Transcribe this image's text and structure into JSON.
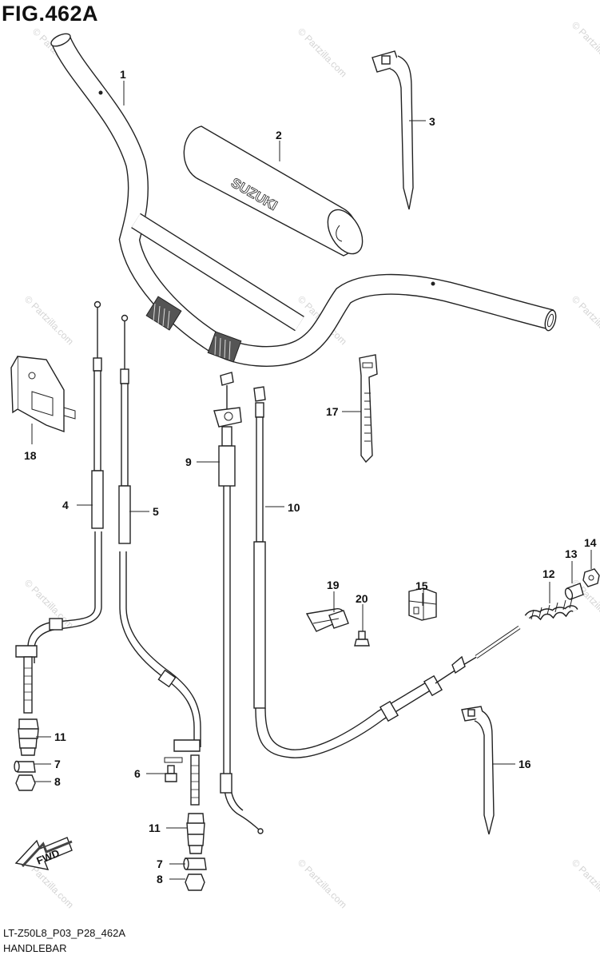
{
  "figure": {
    "title": "FIG.462A",
    "code": "LT-Z50L8_P03_P28_462A",
    "name": "HANDLEBAR"
  },
  "watermark": {
    "text": "© Partzilla.com",
    "color": "#d4d4d4"
  },
  "pad_brand": "SUZUKI",
  "fwd_arrow": {
    "label": "FWD",
    "icon": "fwd-arrow-icon"
  },
  "callouts": [
    {
      "id": "c1",
      "label": "1",
      "part": "handlebar"
    },
    {
      "id": "c2",
      "label": "2",
      "part": "handlebar-pad"
    },
    {
      "id": "c3",
      "label": "3",
      "part": "cable-tie"
    },
    {
      "id": "c4",
      "label": "4",
      "part": "cable"
    },
    {
      "id": "c5",
      "label": "5",
      "part": "cable"
    },
    {
      "id": "c6",
      "label": "6",
      "part": "bolt"
    },
    {
      "id": "c7a",
      "label": "7",
      "part": "joint"
    },
    {
      "id": "c8a",
      "label": "8",
      "part": "nut"
    },
    {
      "id": "c7b",
      "label": "7",
      "part": "joint"
    },
    {
      "id": "c8b",
      "label": "8",
      "part": "nut"
    },
    {
      "id": "c9",
      "label": "9",
      "part": "throttle-cable"
    },
    {
      "id": "c10",
      "label": "10",
      "part": "cable"
    },
    {
      "id": "c11a",
      "label": "11",
      "part": "boot"
    },
    {
      "id": "c11b",
      "label": "11",
      "part": "boot"
    },
    {
      "id": "c12",
      "label": "12",
      "part": "spring"
    },
    {
      "id": "c13",
      "label": "13",
      "part": "joint"
    },
    {
      "id": "c14",
      "label": "14",
      "part": "nut"
    },
    {
      "id": "c15",
      "label": "15",
      "part": "clamp"
    },
    {
      "id": "c16",
      "label": "16",
      "part": "cable-tie"
    },
    {
      "id": "c17",
      "label": "17",
      "part": "band"
    },
    {
      "id": "c18",
      "label": "18",
      "part": "guide"
    },
    {
      "id": "c19",
      "label": "19",
      "part": "clamp"
    },
    {
      "id": "c20",
      "label": "20",
      "part": "screw"
    }
  ]
}
